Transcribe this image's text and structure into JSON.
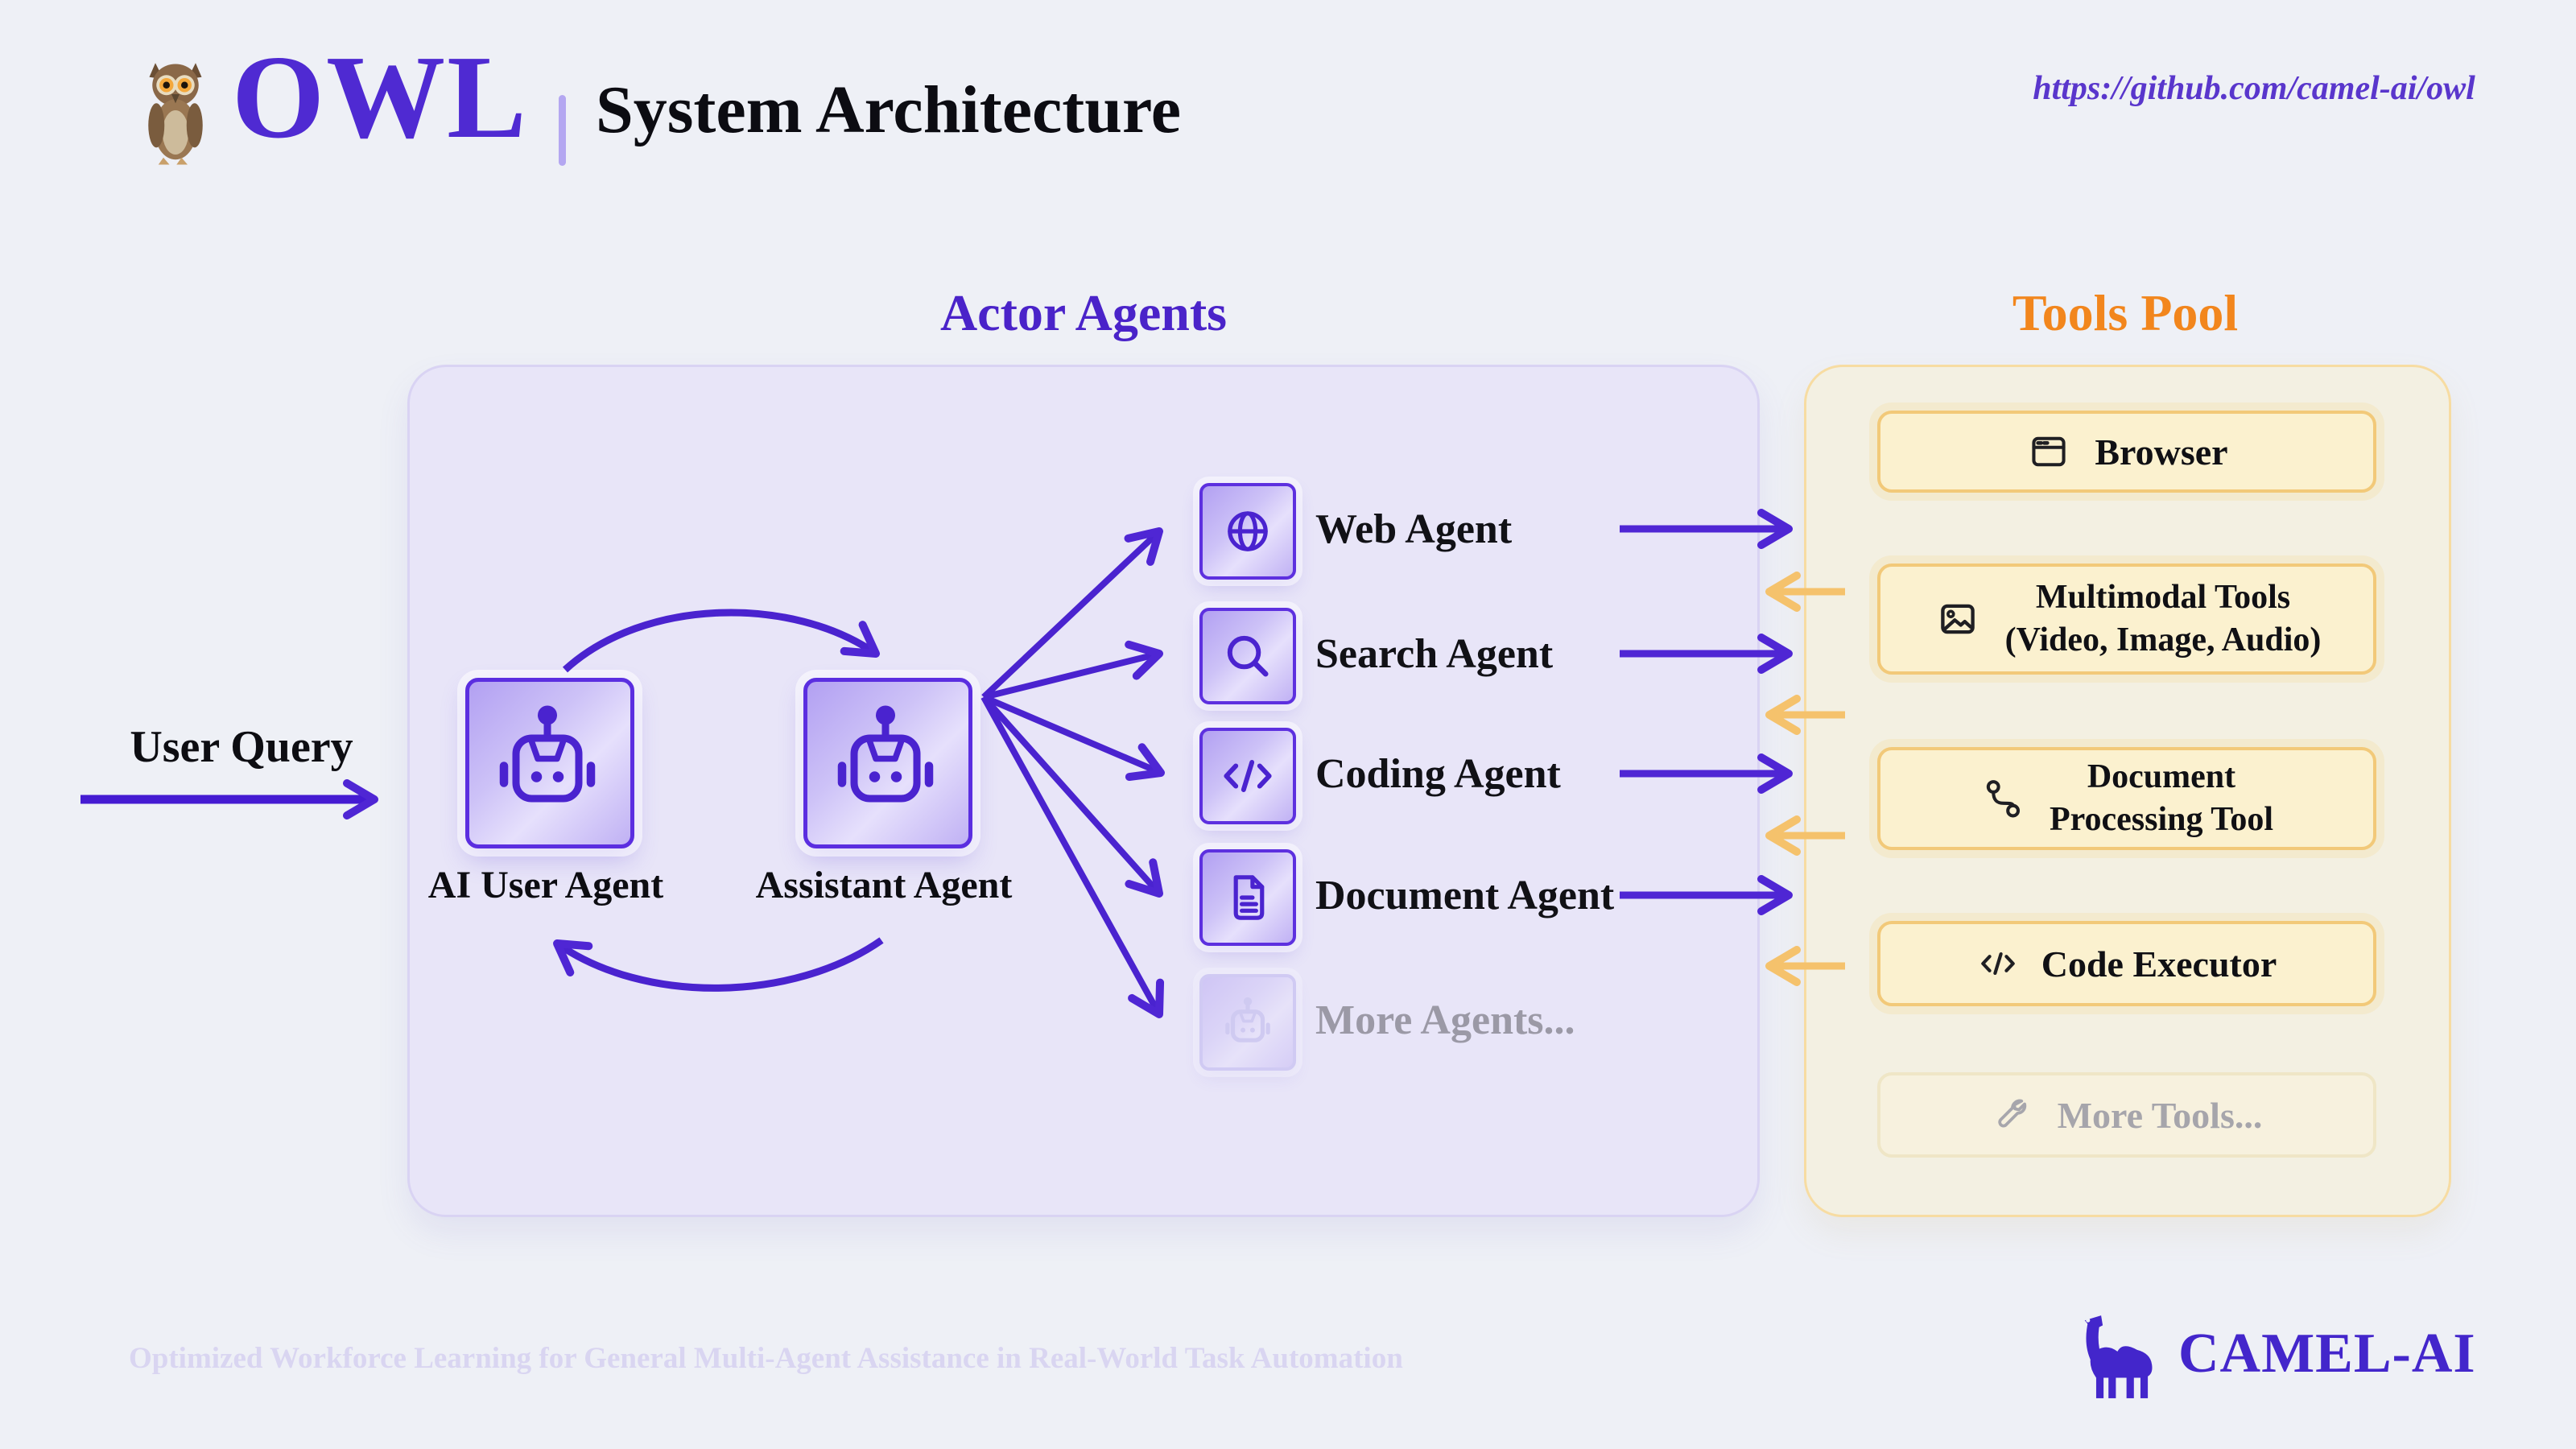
{
  "header": {
    "brand": "OWL",
    "title": "System Architecture",
    "url": "https://github.com/camel-ai/owl"
  },
  "user_query": {
    "label": "User Query"
  },
  "actor_agents": {
    "title": "Actor Agents",
    "user_agent": {
      "label": "AI User Agent",
      "icon": "robot-icon"
    },
    "assistant_agent": {
      "label": "Assistant Agent",
      "icon": "robot-icon"
    },
    "agents": [
      {
        "label": "Web Agent",
        "icon": "globe-icon",
        "muted": false
      },
      {
        "label": "Search Agent",
        "icon": "search-icon",
        "muted": false
      },
      {
        "label": "Coding Agent",
        "icon": "code-icon",
        "muted": false
      },
      {
        "label": "Document Agent",
        "icon": "document-icon",
        "muted": false
      },
      {
        "label": "More Agents...",
        "icon": "robot-icon",
        "muted": true
      }
    ]
  },
  "tools_pool": {
    "title": "Tools Pool",
    "tools": [
      {
        "label": "Browser",
        "icon": "browser-icon",
        "muted": false
      },
      {
        "label_line1": "Multimodal Tools",
        "label_line2": "(Video, Image, Audio)",
        "icon": "image-icon",
        "muted": false
      },
      {
        "label_line1": "Document",
        "label_line2": "Processing Tool",
        "icon": "route-icon",
        "muted": false
      },
      {
        "label": "Code Executor",
        "icon": "code-icon",
        "muted": false
      },
      {
        "label": "More Tools...",
        "icon": "wrench-icon",
        "muted": true
      }
    ]
  },
  "footer": {
    "tagline": "Optimized Workforce Learning for General Multi-Agent Assistance in Real-World Task Automation",
    "brand": "CAMEL-AI"
  },
  "colors": {
    "background": "#eef0f6",
    "purple_primary": "#4f2ad2",
    "purple_arrow": "#4f26d4",
    "actor_title": "#4a23c9",
    "tools_title": "#f2861d",
    "orange_arrow": "#f5c26c",
    "actor_panel_bg": "#e8e5f8",
    "actor_panel_border": "#d9d3f3",
    "tools_panel_bg": "#f3f0e2",
    "tools_panel_border": "#f7dca2",
    "tool_button_bg": "#fbf1cf",
    "tool_button_border": "#f2c979",
    "muted_text": "#9b99a6",
    "tagline_text": "#d9d5f1"
  }
}
